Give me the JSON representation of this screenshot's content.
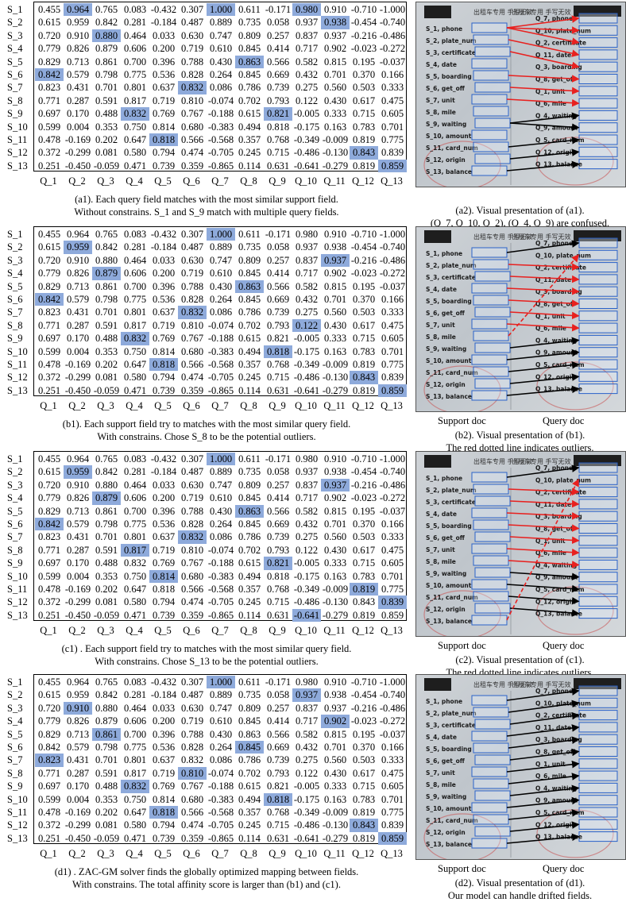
{
  "row_labels": [
    "S_1",
    "S_2",
    "S_3",
    "S_4",
    "S_5",
    "S_6",
    "S_7",
    "S_8",
    "S_9",
    "S_10",
    "S_11",
    "S_12",
    "S_13"
  ],
  "col_labels": [
    "Q_1",
    "Q_2",
    "Q_3",
    "Q_4",
    "Q_5",
    "Q_6",
    "Q_7",
    "Q_8",
    "Q_9",
    "Q_10",
    "Q_11",
    "Q_12",
    "Q_13"
  ],
  "matrix": [
    [
      "0.455",
      "0.964",
      "0.765",
      "0.083",
      "-0.432",
      "0.307",
      "1.000",
      "0.611",
      "-0.171",
      "0.980",
      "0.910",
      "-0.710",
      "-1.000"
    ],
    [
      "0.615",
      "0.959",
      "0.842",
      "0.281",
      "-0.184",
      "0.487",
      "0.889",
      "0.735",
      "0.058",
      "0.937",
      "0.938",
      "-0.454",
      "-0.740"
    ],
    [
      "0.720",
      "0.910",
      "0.880",
      "0.464",
      "0.033",
      "0.630",
      "0.747",
      "0.809",
      "0.257",
      "0.837",
      "0.937",
      "-0.216",
      "-0.486"
    ],
    [
      "0.779",
      "0.826",
      "0.879",
      "0.606",
      "0.200",
      "0.719",
      "0.610",
      "0.845",
      "0.414",
      "0.717",
      "0.902",
      "-0.023",
      "-0.272"
    ],
    [
      "0.829",
      "0.713",
      "0.861",
      "0.700",
      "0.396",
      "0.788",
      "0.430",
      "0.863",
      "0.566",
      "0.582",
      "0.815",
      "0.195",
      "-0.037"
    ],
    [
      "0.842",
      "0.579",
      "0.798",
      "0.775",
      "0.536",
      "0.828",
      "0.264",
      "0.845",
      "0.669",
      "0.432",
      "0.701",
      "0.370",
      "0.166"
    ],
    [
      "0.823",
      "0.431",
      "0.701",
      "0.801",
      "0.637",
      "0.832",
      "0.086",
      "0.786",
      "0.739",
      "0.275",
      "0.560",
      "0.503",
      "0.333"
    ],
    [
      "0.771",
      "0.287",
      "0.591",
      "0.817",
      "0.719",
      "0.810",
      "-0.074",
      "0.702",
      "0.793",
      "0.122",
      "0.430",
      "0.617",
      "0.475"
    ],
    [
      "0.697",
      "0.170",
      "0.488",
      "0.832",
      "0.769",
      "0.767",
      "-0.188",
      "0.615",
      "0.821",
      "-0.005",
      "0.333",
      "0.715",
      "0.605"
    ],
    [
      "0.599",
      "0.004",
      "0.353",
      "0.750",
      "0.814",
      "0.680",
      "-0.383",
      "0.494",
      "0.818",
      "-0.175",
      "0.163",
      "0.783",
      "0.701"
    ],
    [
      "0.478",
      "-0.169",
      "0.202",
      "0.647",
      "0.818",
      "0.566",
      "-0.568",
      "0.357",
      "0.768",
      "-0.349",
      "-0.009",
      "0.819",
      "0.775"
    ],
    [
      "0.372",
      "-0.299",
      "0.081",
      "0.580",
      "0.794",
      "0.474",
      "-0.705",
      "0.245",
      "0.715",
      "-0.486",
      "-0.130",
      "0.843",
      "0.839"
    ],
    [
      "0.251",
      "-0.450",
      "-0.059",
      "0.471",
      "0.739",
      "0.359",
      "-0.865",
      "0.114",
      "0.631",
      "-0.641",
      "-0.279",
      "0.819",
      "0.859"
    ]
  ],
  "panels": [
    {
      "caption_line1": "(a1). Each query field matches with the most similar support field.",
      "caption_line2": "Without constrains. S_1 and S_9 match with multiple query fields.",
      "viz_caption_line1": "(a2). Visual presentation of (a1).",
      "viz_caption_line2": "(Q_7, Q_10, Q_2), (Q_4, Q_9) are confused.",
      "support_label": "",
      "query_label": "",
      "highlights": [
        [
          0,
          1
        ],
        [
          0,
          6
        ],
        [
          0,
          9
        ],
        [
          1,
          10
        ],
        [
          2,
          2
        ],
        [
          4,
          7
        ],
        [
          5,
          0
        ],
        [
          6,
          5
        ],
        [
          8,
          3
        ],
        [
          8,
          8
        ],
        [
          10,
          4
        ],
        [
          11,
          11
        ],
        [
          12,
          12
        ]
      ],
      "links": [
        [
          0,
          6,
          "solid",
          "red"
        ],
        [
          0,
          9,
          "solid",
          "red"
        ],
        [
          0,
          1,
          "solid",
          "red"
        ],
        [
          1,
          10,
          "solid",
          "red"
        ],
        [
          2,
          2,
          "solid",
          "red"
        ],
        [
          4,
          7,
          "solid",
          "red"
        ],
        [
          5,
          0,
          "solid",
          "red"
        ],
        [
          6,
          5,
          "solid",
          "red"
        ],
        [
          8,
          3,
          "solid",
          "black"
        ],
        [
          8,
          8,
          "solid",
          "black"
        ],
        [
          10,
          4,
          "solid",
          "black"
        ],
        [
          11,
          11,
          "solid",
          "black"
        ],
        [
          12,
          12,
          "solid",
          "black"
        ]
      ]
    },
    {
      "caption_line1": "(b1). Each support field try to matches with the most similar query field.",
      "caption_line2": "With constrains. Chose S_8 to be the potential outliers.",
      "viz_caption_line1": "(b2). Visual presentation of (b1).",
      "viz_caption_line2": "The red dotted line indicates outliers.",
      "support_label": "Support doc",
      "query_label": "Query doc",
      "highlights": [
        [
          0,
          6
        ],
        [
          1,
          1
        ],
        [
          2,
          10
        ],
        [
          3,
          2
        ],
        [
          4,
          7
        ],
        [
          5,
          0
        ],
        [
          6,
          5
        ],
        [
          7,
          9
        ],
        [
          8,
          3
        ],
        [
          9,
          8
        ],
        [
          10,
          4
        ],
        [
          11,
          11
        ],
        [
          12,
          12
        ]
      ],
      "links": [
        [
          0,
          6,
          "solid",
          "black"
        ],
        [
          1,
          1,
          "solid",
          "red"
        ],
        [
          2,
          10,
          "solid",
          "red"
        ],
        [
          3,
          2,
          "solid",
          "red"
        ],
        [
          4,
          7,
          "solid",
          "red"
        ],
        [
          5,
          0,
          "solid",
          "red"
        ],
        [
          6,
          5,
          "solid",
          "red"
        ],
        [
          7,
          9,
          "dashed",
          "red"
        ],
        [
          8,
          3,
          "solid",
          "black"
        ],
        [
          9,
          8,
          "solid",
          "black"
        ],
        [
          10,
          4,
          "solid",
          "black"
        ],
        [
          11,
          11,
          "solid",
          "black"
        ],
        [
          12,
          12,
          "solid",
          "black"
        ]
      ]
    },
    {
      "caption_line1": "(c1) . Each support field try to matches with the most similar query field.",
      "caption_line2": "With constrains. Chose S_13 to be the potential outliers.",
      "viz_caption_line1": "(c2). Visual presentation of (c1).",
      "viz_caption_line2": "The red dotted line indicates outliers.",
      "support_label": "Support doc",
      "query_label": "Query doc",
      "highlights": [
        [
          0,
          6
        ],
        [
          1,
          1
        ],
        [
          2,
          10
        ],
        [
          3,
          2
        ],
        [
          4,
          7
        ],
        [
          5,
          0
        ],
        [
          6,
          5
        ],
        [
          7,
          3
        ],
        [
          8,
          8
        ],
        [
          9,
          4
        ],
        [
          10,
          11
        ],
        [
          11,
          12
        ],
        [
          12,
          9
        ]
      ],
      "links": [
        [
          0,
          6,
          "solid",
          "black"
        ],
        [
          1,
          1,
          "solid",
          "red"
        ],
        [
          2,
          10,
          "solid",
          "red"
        ],
        [
          3,
          2,
          "solid",
          "red"
        ],
        [
          4,
          7,
          "solid",
          "red"
        ],
        [
          5,
          0,
          "solid",
          "red"
        ],
        [
          6,
          5,
          "solid",
          "red"
        ],
        [
          7,
          3,
          "solid",
          "red"
        ],
        [
          8,
          8,
          "solid",
          "black"
        ],
        [
          9,
          4,
          "solid",
          "black"
        ],
        [
          10,
          11,
          "solid",
          "black"
        ],
        [
          11,
          12,
          "solid",
          "black"
        ],
        [
          12,
          9,
          "dashed",
          "red"
        ]
      ]
    },
    {
      "caption_line1": "(d1) . ZAC-GM solver finds the globally optimized mapping between fields.",
      "caption_line2": "With constrains. The total affinity score is larger than (b1) and (c1).",
      "viz_caption_line1": "(d2). Visual presentation of (d1).",
      "viz_caption_line2": "Our model can handle drifted fields.",
      "support_label": "Support doc",
      "query_label": "Query doc",
      "highlights": [
        [
          0,
          6
        ],
        [
          1,
          9
        ],
        [
          2,
          1
        ],
        [
          3,
          10
        ],
        [
          4,
          2
        ],
        [
          5,
          7
        ],
        [
          6,
          0
        ],
        [
          7,
          5
        ],
        [
          8,
          3
        ],
        [
          9,
          8
        ],
        [
          10,
          4
        ],
        [
          11,
          11
        ],
        [
          12,
          12
        ]
      ],
      "links": [
        [
          0,
          6,
          "solid",
          "black"
        ],
        [
          1,
          9,
          "solid",
          "black"
        ],
        [
          2,
          1,
          "solid",
          "black"
        ],
        [
          3,
          10,
          "solid",
          "black"
        ],
        [
          4,
          2,
          "solid",
          "black"
        ],
        [
          5,
          7,
          "solid",
          "black"
        ],
        [
          6,
          0,
          "solid",
          "black"
        ],
        [
          7,
          5,
          "solid",
          "black"
        ],
        [
          8,
          3,
          "solid",
          "black"
        ],
        [
          9,
          8,
          "solid",
          "black"
        ],
        [
          10,
          4,
          "solid",
          "black"
        ],
        [
          11,
          11,
          "solid",
          "black"
        ],
        [
          12,
          12,
          "solid",
          "black"
        ]
      ]
    }
  ],
  "support_fields": [
    "S_1, phone",
    "S_2, plate_num",
    "S_3, certificate",
    "S_4, date",
    "S_5, boarding",
    "S_6, get_off",
    "S_7, unit",
    "S_8, mile",
    "S_9, waiting",
    "S_10, amount",
    "S_11, card_num",
    "S_12, origin",
    "S_13, balance"
  ],
  "query_fields": [
    "Q_7, phone",
    "Q_10, plate_num",
    "Q_2, certificate",
    "Q_11, date",
    "Q_3, boarding",
    "Q_8, get_off",
    "Q_1, unit",
    "Q_6, mile",
    "Q_4, waiting",
    "Q_9, amount",
    "Q_5, card_num",
    "Q_12, origin",
    "Q_13, balance"
  ],
  "receipt_header": "出租车专用 手写无效",
  "colors": {
    "highlight": "#8eaadb",
    "red": "#e8211f",
    "black": "#000000",
    "box": "#2a62c9"
  }
}
